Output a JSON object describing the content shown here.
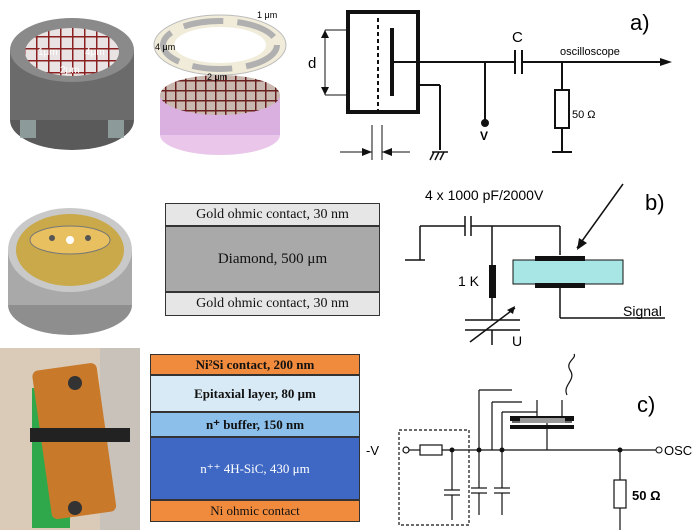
{
  "panel_labels": {
    "a": "a)",
    "b": "b)",
    "c": "c)"
  },
  "top_photo_left": {
    "labels": [
      "1μm",
      "4μm",
      "2μm"
    ]
  },
  "top_photo_right": {
    "labels": [
      "1 μm",
      "4 μm",
      "2 μm"
    ]
  },
  "circuit_a": {
    "d": "d",
    "C": "C",
    "out": "oscilloscope",
    "V": "V",
    "R": "50 Ω"
  },
  "diamond_stack": {
    "layers": [
      "Gold ohmic contact, 30 nm",
      "Diamond, 500 μm",
      "Gold ohmic contact, 30 nm"
    ]
  },
  "circuit_b": {
    "caps": "4 x 1000 pF/2000V",
    "R": "1 K",
    "out": "Signal",
    "U": "U"
  },
  "sic_stack": {
    "layers": [
      "Ni²Si contact, 200 nm",
      "Epitaxial layer, 80 μm",
      "n⁺ buffer, 150 nm",
      "n⁺⁺ 4H-SiC, 430 μm",
      "Ni ohmic contact"
    ]
  },
  "circuit_c": {
    "V": "-V",
    "out": "OSC",
    "R": "50 Ω"
  },
  "colors": {
    "sic_top": "#f08a3c",
    "epi": "#d8eaf6",
    "buffer": "#8cc0ea",
    "substrate": "#3f68c4",
    "ni": "#f08a3c",
    "diamond": "#a9a9a9",
    "gold": "#e6e6e6",
    "blue_bar": "#a8e6e6"
  }
}
